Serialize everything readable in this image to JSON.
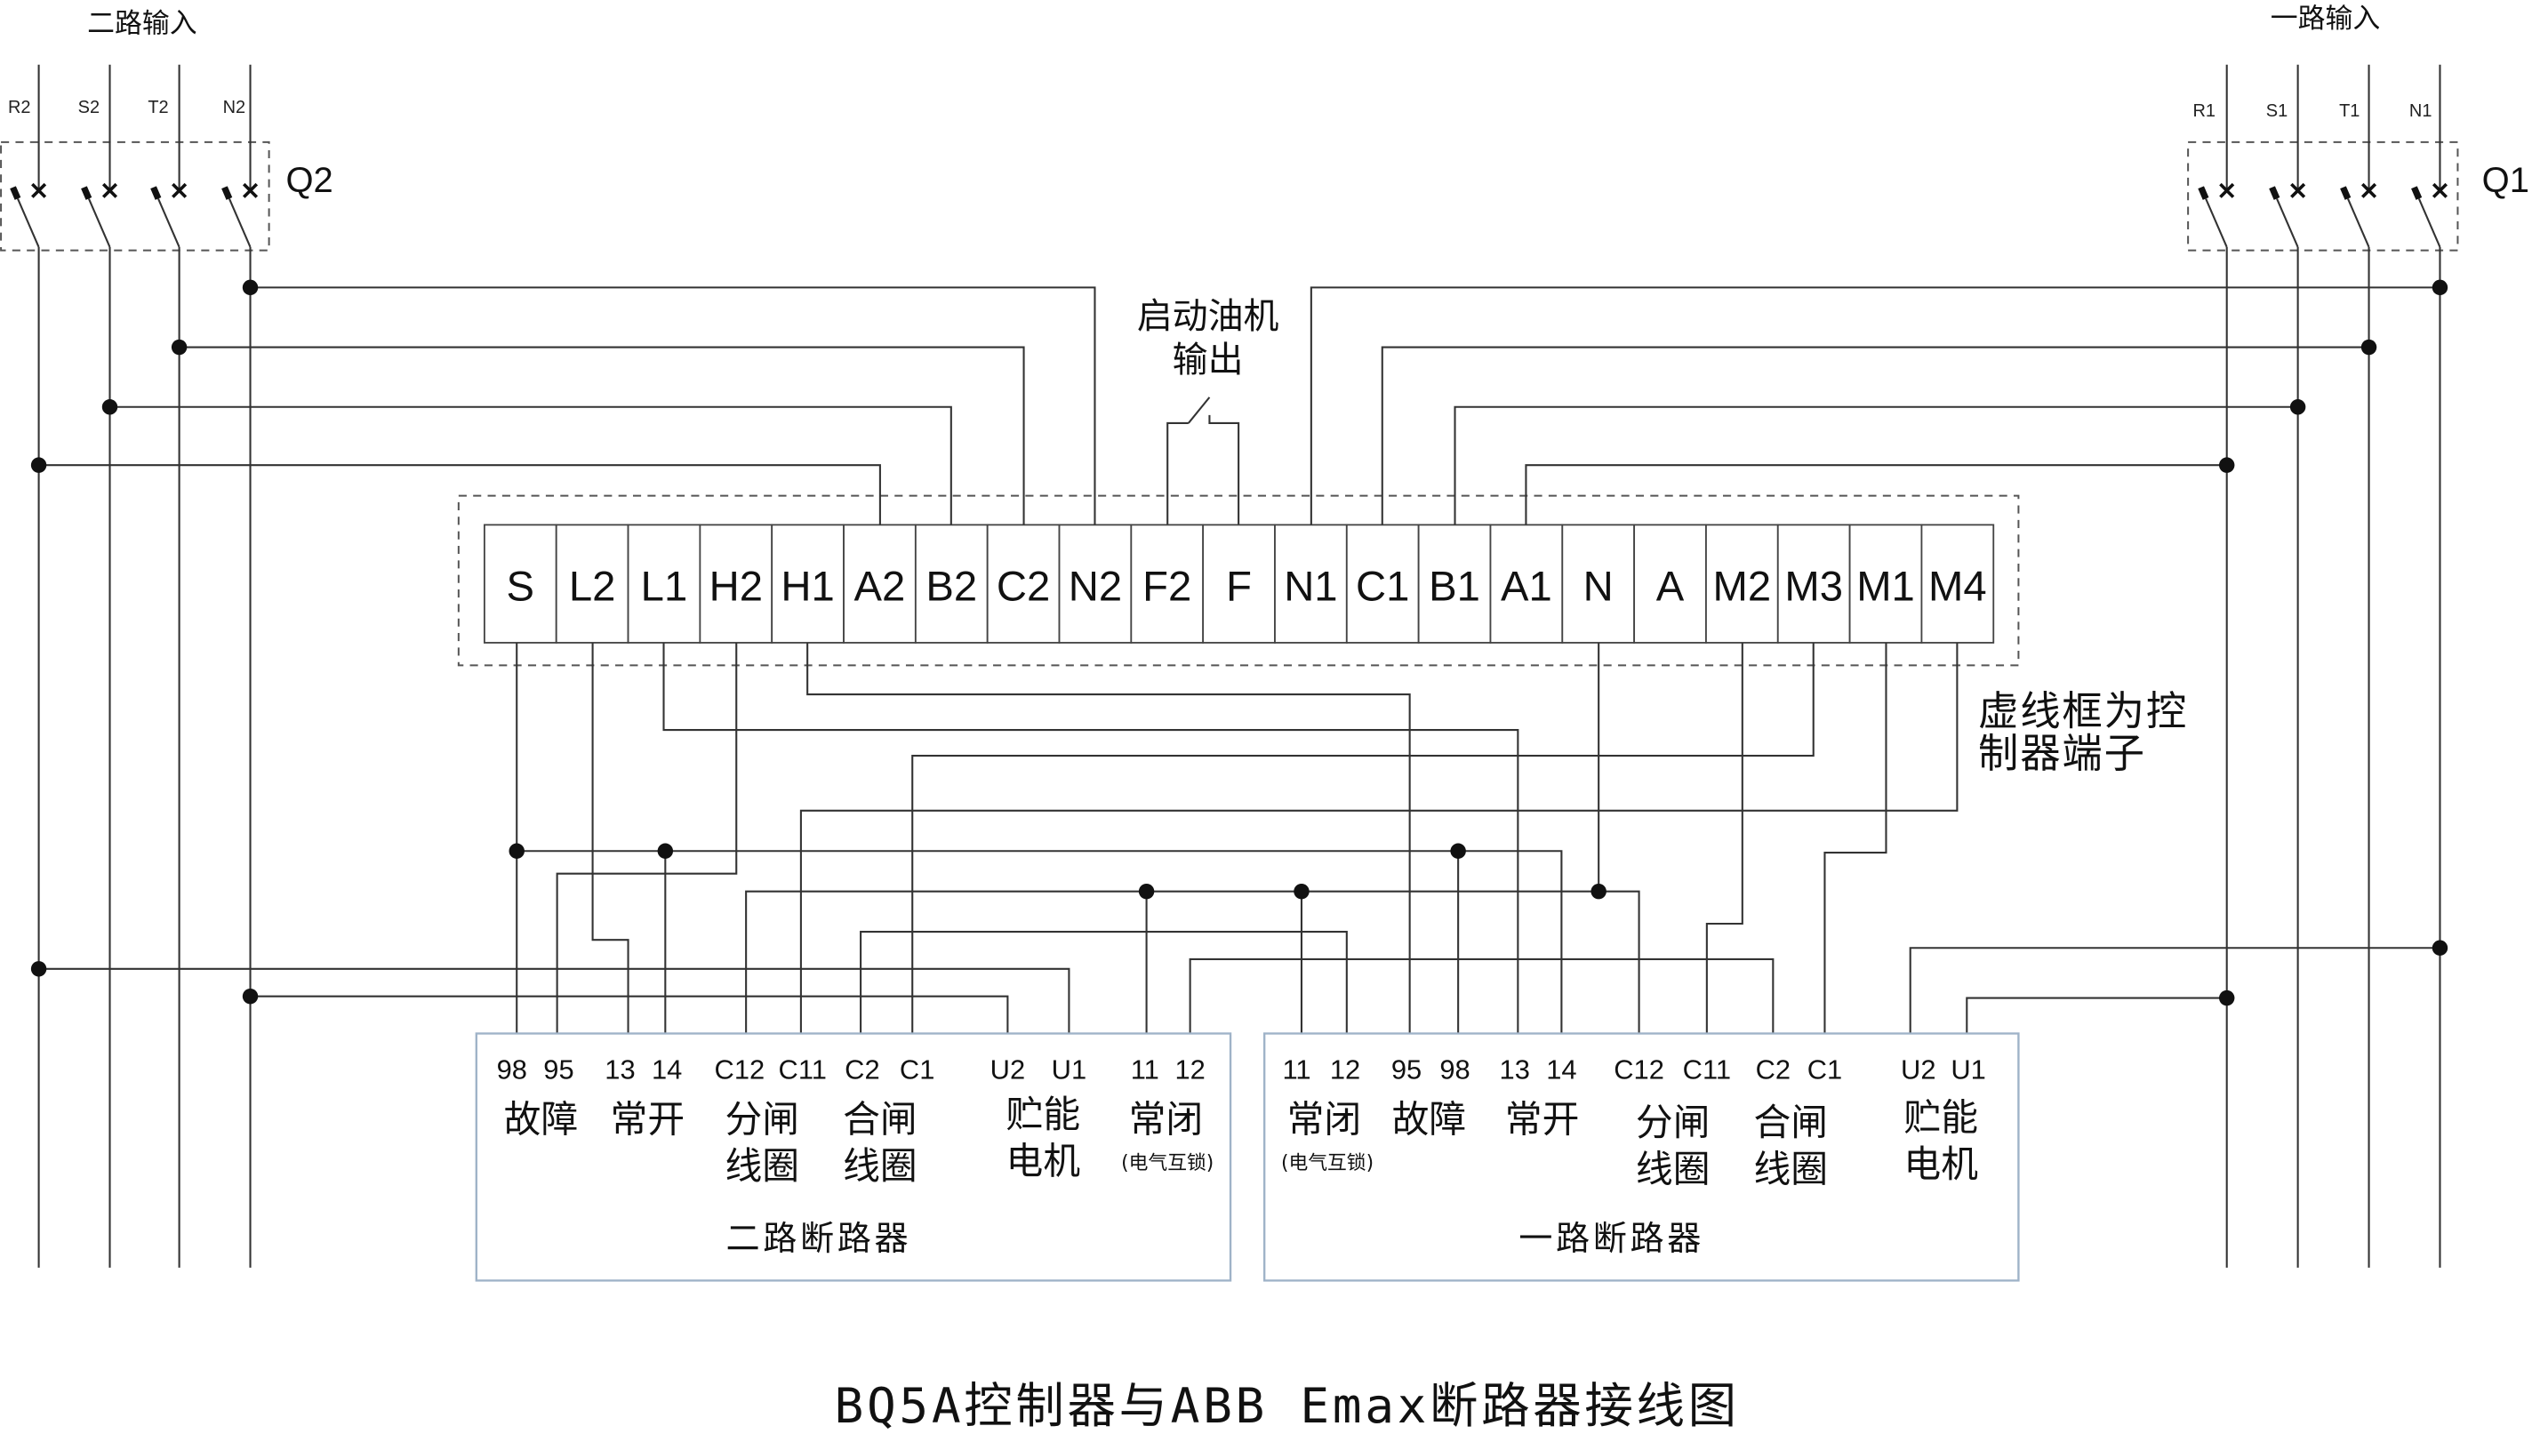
{
  "inputs": {
    "second": {
      "title": "二路输入",
      "phases": [
        "R2",
        "S2",
        "T2",
        "N2"
      ],
      "switch_label": "Q2"
    },
    "first": {
      "title": "一路输入",
      "phases": [
        "R1",
        "S1",
        "T1",
        "N1"
      ],
      "switch_label": "Q1"
    }
  },
  "generator_output": {
    "line1": "启动油机",
    "line2": "输出"
  },
  "controller": {
    "terminals": [
      "S",
      "L2",
      "L1",
      "H2",
      "H1",
      "A2",
      "B2",
      "C2",
      "N2",
      "F2",
      "F",
      "N1",
      "C1",
      "B1",
      "A1",
      "N",
      "A",
      "M2",
      "M3",
      "M1",
      "M4"
    ],
    "note": [
      "虚线框为控",
      "制器端子"
    ]
  },
  "breaker_second": {
    "title": "二路断路器",
    "terminals": [
      "98",
      "95",
      "13",
      "14",
      "C12",
      "C11",
      "C2",
      "C1",
      "U2",
      "U1",
      "11",
      "12"
    ],
    "fault": "故障",
    "no_contact": "常开",
    "open_coil": [
      "分闸",
      "线圈"
    ],
    "close_coil": [
      "合闸",
      "线圈"
    ],
    "motor": [
      "贮能",
      "电机"
    ],
    "nc_contact": "常闭",
    "interlock": "(电气互锁)"
  },
  "breaker_first": {
    "title": "一路断路器",
    "terminals": [
      "11",
      "12",
      "95",
      "98",
      "13",
      "14",
      "C12",
      "C11",
      "C2",
      "C1",
      "U2",
      "U1"
    ],
    "fault": "故障",
    "no_contact": "常开",
    "open_coil": [
      "分闸",
      "线圈"
    ],
    "close_coil": [
      "合闸",
      "线圈"
    ],
    "motor": [
      "贮能",
      "电机"
    ],
    "nc_contact": "常闭",
    "interlock": "(电气互锁)"
  },
  "title": "BQ5A控制器与ABB Emax断路器接线图",
  "colors": {
    "wire": "#333333",
    "breaker_frame": "#9fb3c8"
  }
}
